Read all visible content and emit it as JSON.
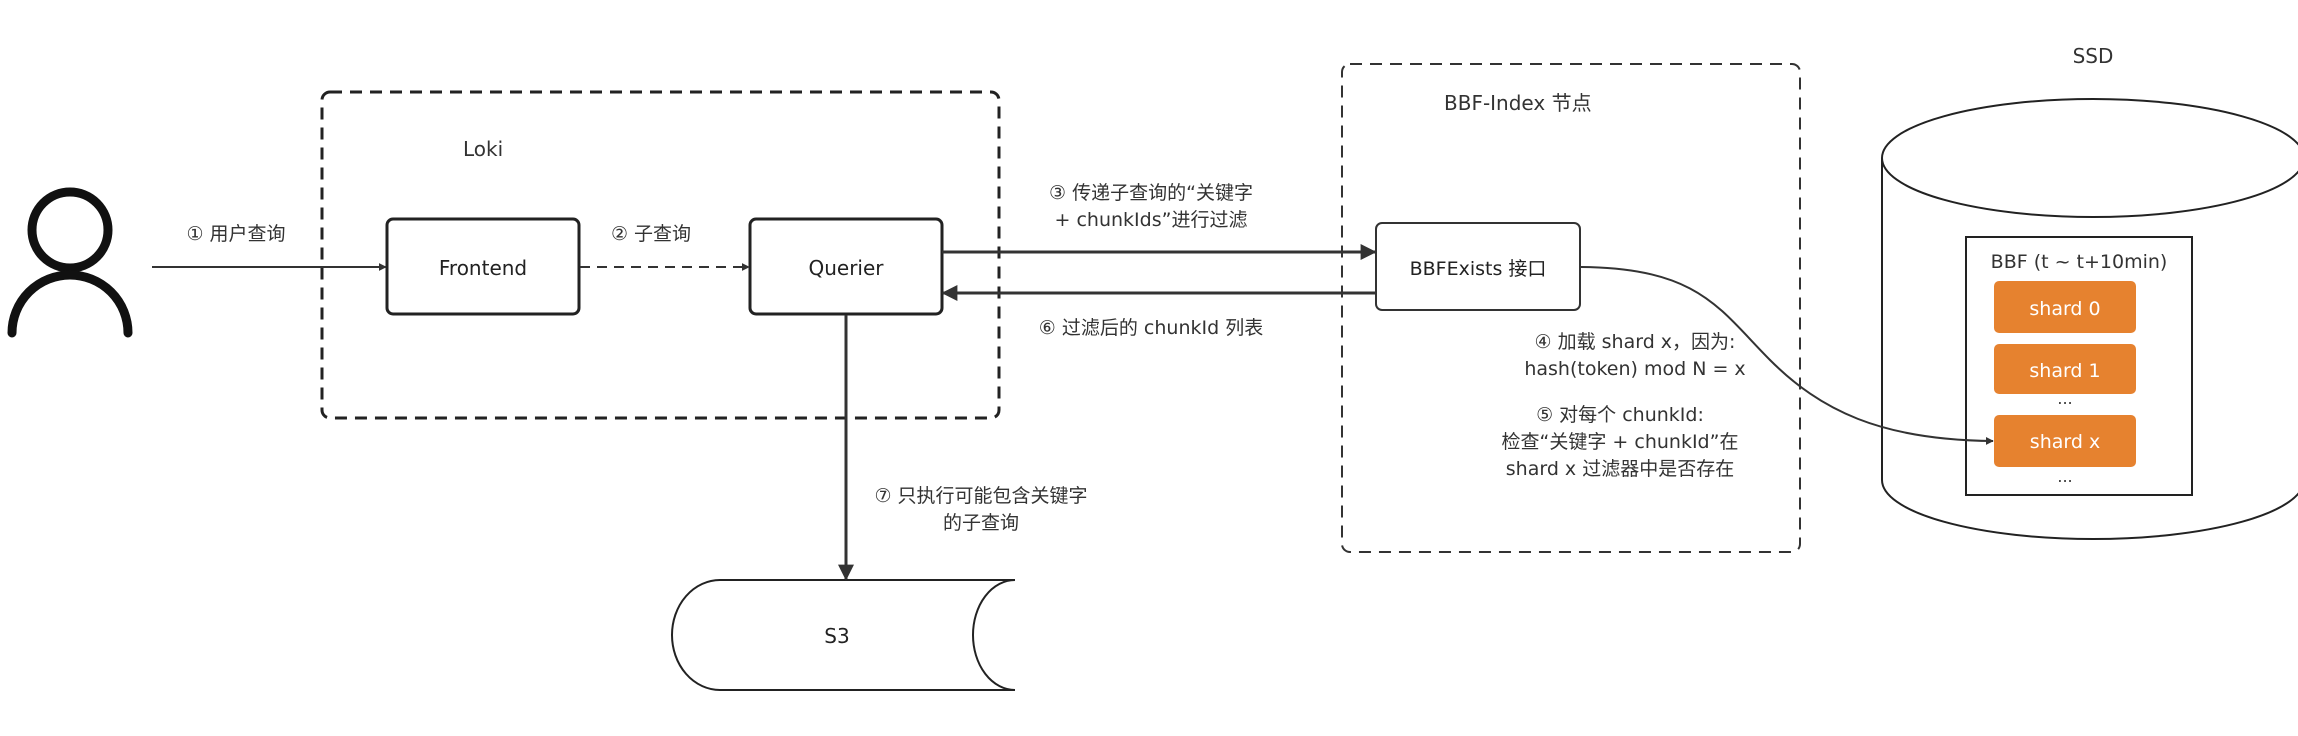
{
  "labels": {
    "loki": "Loki",
    "bbf_index": "BBF-Index 节点",
    "ssd": "SSD",
    "frontend": "Frontend",
    "querier": "Querier",
    "bbf_exists": "BBFExists 接口",
    "s3": "S3",
    "bbf_range": "BBF (t ~ t+10min)"
  },
  "shards": [
    "shard 0",
    "shard 1",
    "shard x"
  ],
  "ellipsis": "...",
  "steps": {
    "s1": "① 用户查询",
    "s2": "② 子查询",
    "s3_line1": "③ 传递子查询的“关键字",
    "s3_line2": "+ chunkIds”进行过滤",
    "s4_line1": "④ 加载 shard x，因为:",
    "s4_line2": "hash(token) mod N = x",
    "s5_line1": "⑤ 对每个 chunkId:",
    "s5_line2": "检查“关键字 + chunkId”在",
    "s5_line3": "shard x 过滤器中是否存在",
    "s6": "⑥ 过滤后的 chunkId 列表",
    "s7_line1": "⑦ 只执行可能包含关键字",
    "s7_line2": "的子查询"
  },
  "colors": {
    "shard_fill": "#E6822F",
    "stroke": "#222222"
  },
  "icons": {
    "user": "user-icon"
  }
}
